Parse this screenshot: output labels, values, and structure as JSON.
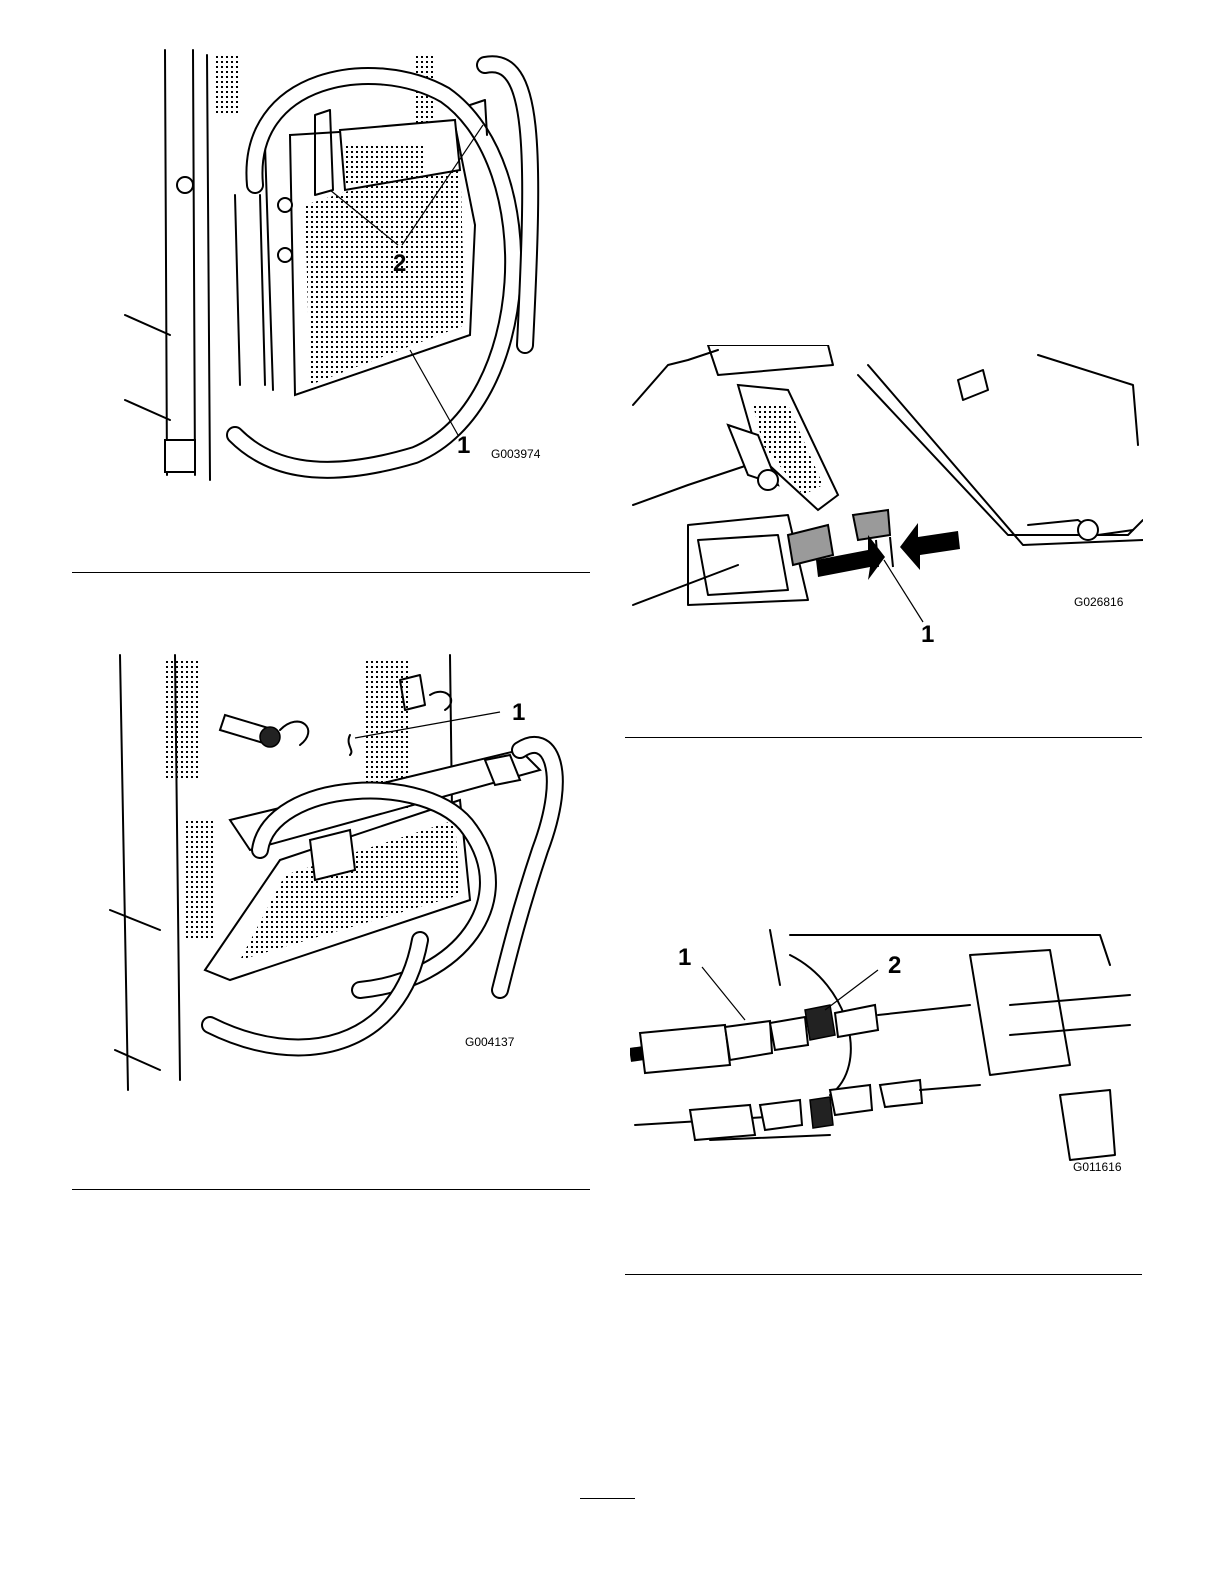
{
  "figures": [
    {
      "id": "G003974",
      "callouts": [
        "2",
        "1"
      ]
    },
    {
      "id": "G004137",
      "callouts": [
        "1"
      ]
    },
    {
      "id": "G026816",
      "callouts": [
        "1"
      ]
    },
    {
      "id": "G011616",
      "callouts": [
        "1",
        "2"
      ]
    }
  ]
}
